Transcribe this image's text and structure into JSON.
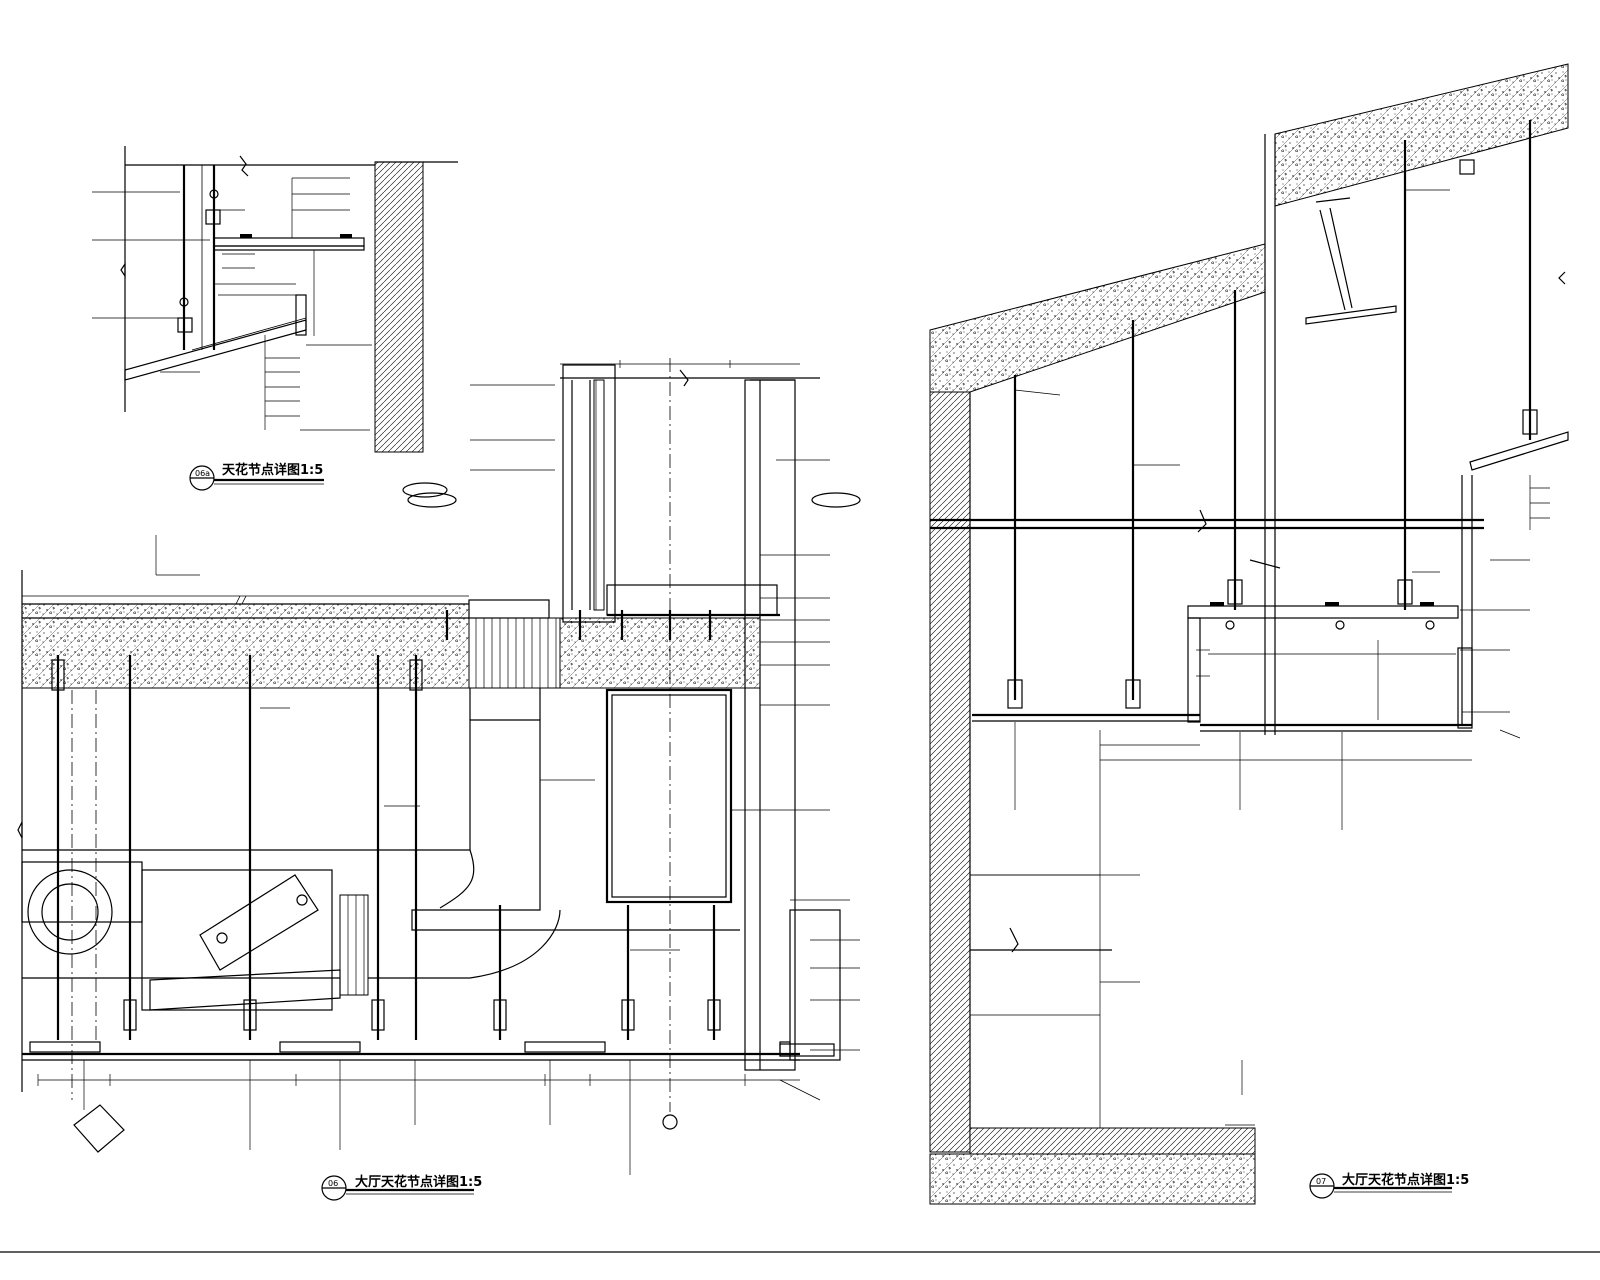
{
  "drawing_titles": {
    "detail_top_left": "天花节点详图1:5",
    "detail_bottom_left": "大厅天花节点详图1:5",
    "detail_right": "大厅天花节点详图1:5"
  },
  "colors": {
    "line": "#000000",
    "background": "#ffffff"
  }
}
